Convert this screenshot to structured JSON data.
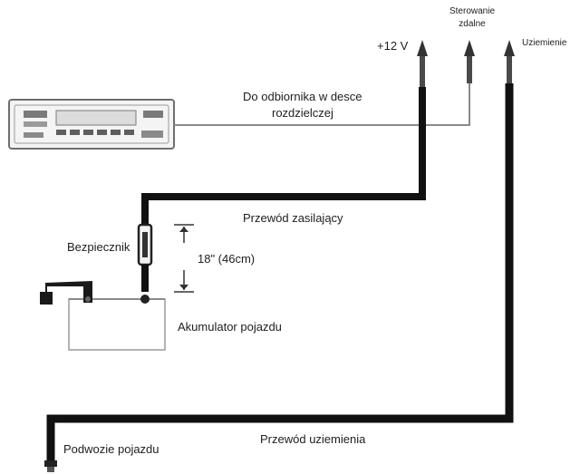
{
  "labels": {
    "plus12v": "+12 V",
    "remote_line1": "Sterowanie",
    "remote_line2": "zdalne",
    "ground_top": "Uziemienie",
    "receiver_line1": "Do odbiornika w desce",
    "receiver_line2": "rozdzielczej",
    "power_wire": "Przewód zasilający",
    "fuse": "Bezpiecznik",
    "distance": "18\" (46cm)",
    "battery": "Akumulator pojazdu",
    "ground_wire": "Przewód uziemienia",
    "chassis": "Podwozie pojazdu"
  },
  "colors": {
    "ink": "#1a1a1a",
    "wire_thick": "#111111",
    "wire_thin": "#8a8a8a",
    "outline": "#9a9a9a"
  }
}
